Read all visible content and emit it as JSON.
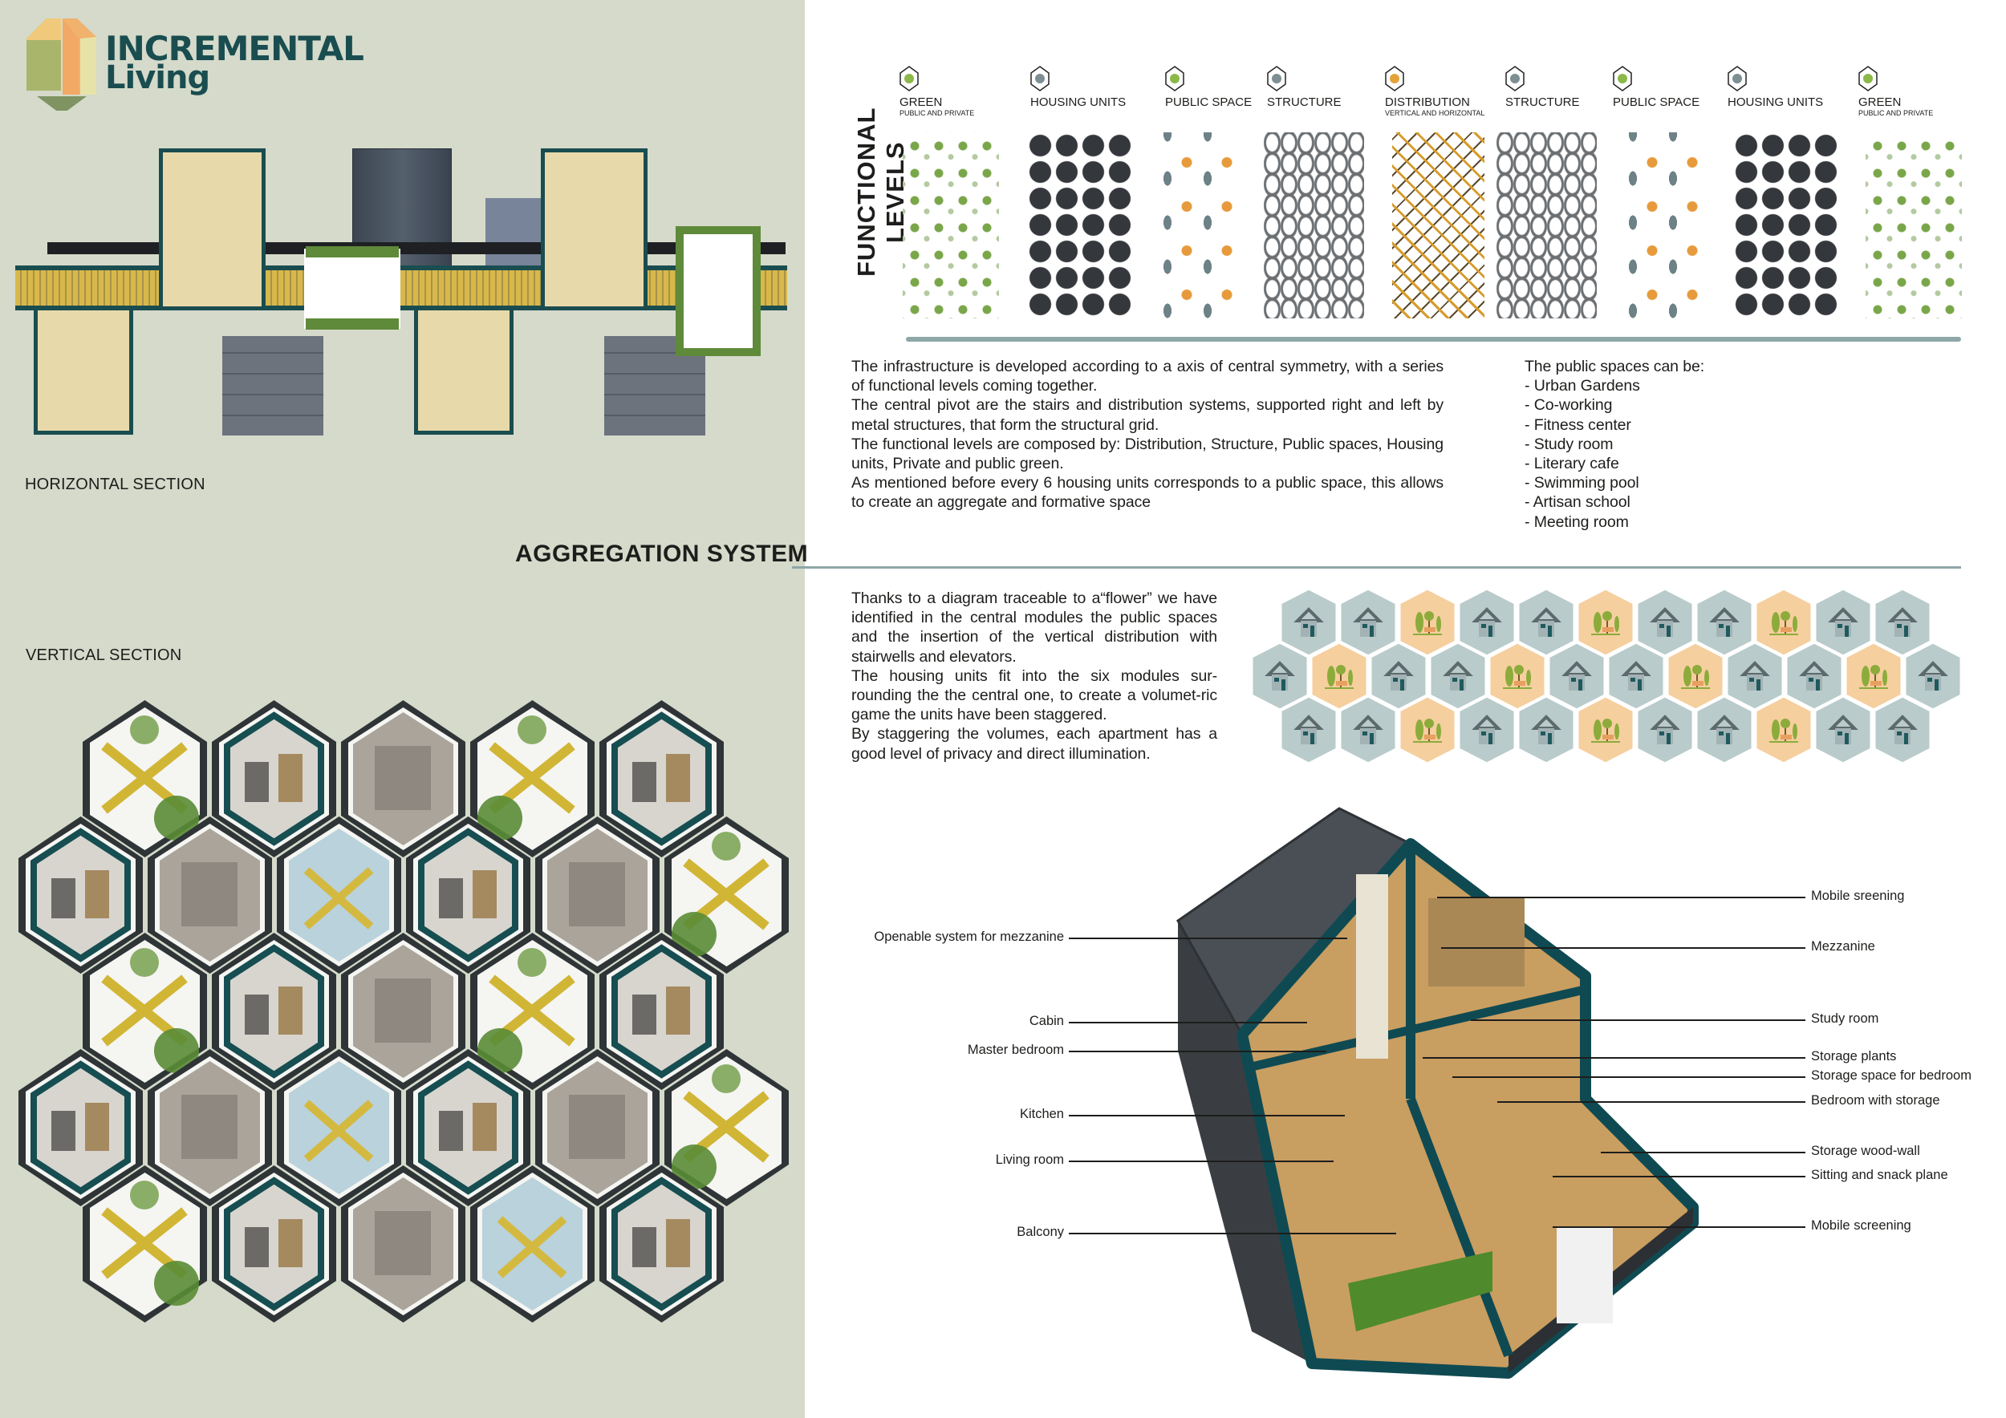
{
  "logo": {
    "title_line1": "INCREMENTAL",
    "title_line2": "Living"
  },
  "horizontal_section": {
    "label": "HORIZONTAL SECTION"
  },
  "vertical_section": {
    "label": "VERTICAL SECTION",
    "modules": [
      [
        "public",
        "housing",
        "stair",
        "distribution",
        "housing"
      ],
      [
        "housing",
        "stair",
        "pool",
        "housing",
        "stair",
        "distribution"
      ],
      [
        "distribution",
        "housing",
        "stair",
        "distribution",
        "housing"
      ],
      [
        "housing",
        "stair",
        "pool",
        "housing",
        "stair",
        "distribution"
      ],
      [
        "distribution",
        "housing",
        "stair",
        "pool",
        "housing"
      ]
    ]
  },
  "aggregation": {
    "title": "AGGREGATION SYSTEM",
    "paragraphs": [
      "Thanks to a diagram traceable to a“flower” we have identified in the central modules the public spaces and the insertion of the vertical distribution with stairwells and elevators.",
      "The housing units fit into the six modules sur-rounding the the central one, to create a volumet-ric game the units have been staggered.",
      "By staggering the volumes, each apartment has a good level of privacy and direct illumination."
    ],
    "grid": [
      [
        "H",
        "H",
        "P",
        "H",
        "H",
        "P",
        "H",
        "H",
        "P",
        "H",
        "H"
      ],
      [
        "H",
        "P",
        "H",
        "H",
        "P",
        "H",
        "H",
        "P",
        "H",
        "H",
        "P",
        "H"
      ],
      [
        "H",
        "H",
        "P",
        "H",
        "H",
        "P",
        "H",
        "H",
        "P",
        "H",
        "H"
      ]
    ],
    "colors": {
      "housing": "#b9cbcb",
      "public": "#f5cf9e",
      "house_roof": "#5d6a6c",
      "house_door": "#1f5a5e",
      "tree": "#8cab3b"
    }
  },
  "functional_levels": {
    "title": "FUNCTIONAL LEVELS",
    "levels": [
      {
        "label": "GREEN",
        "sub": "PUBLIC AND PRIVATE",
        "icon": "leaf-icon",
        "kind": "green"
      },
      {
        "label": "HOUSING UNITS",
        "sub": "",
        "icon": "house-icon",
        "kind": "house"
      },
      {
        "label": "PUBLIC SPACE",
        "sub": "",
        "icon": "tree-icon",
        "kind": "pub"
      },
      {
        "label": "STRUCTURE",
        "sub": "",
        "icon": "beam-icon",
        "kind": "struct"
      },
      {
        "label": "DISTRIBUTION",
        "sub": "VERTICAL AND HORIZONTAL",
        "icon": "stairs-icon",
        "kind": "dist"
      },
      {
        "label": "STRUCTURE",
        "sub": "",
        "icon": "beam-icon",
        "kind": "struct"
      },
      {
        "label": "PUBLIC SPACE",
        "sub": "",
        "icon": "tree-icon",
        "kind": "pub"
      },
      {
        "label": "HOUSING UNITS",
        "sub": "",
        "icon": "house-icon",
        "kind": "house"
      },
      {
        "label": "GREEN",
        "sub": "PUBLIC AND PRIVATE",
        "icon": "leaf-icon",
        "kind": "green"
      }
    ],
    "paragraphs": [
      "The infrastructure is developed according to a axis of central symmetry, with a series of functional levels coming together.",
      "The central pivot are the stairs and distribution systems, supported right and left by metal structures, that form the structural grid.",
      "The functional levels are composed by: Distribution, Structure, Public spaces, Housing units, Private and public green.",
      "As mentioned before every 6 housing units corresponds to a public space, this allows to create an aggregate and formative space"
    ],
    "public_spaces_intro": "The public spaces can be:",
    "public_spaces": [
      "- Urban Gardens",
      "- Co-working",
      "- Fitness center",
      "- Study room",
      "- Literary cafe",
      "- Swimming pool",
      "- Artisan school",
      "- Meeting room"
    ]
  },
  "house_labels": {
    "left": [
      "Openable system for mezzanine",
      "Cabin",
      "Master bedroom",
      "Kitchen",
      "Living room",
      "Balcony"
    ],
    "right": [
      "Mobile sreening",
      "Mezzanine",
      "Study room",
      "Storage plants",
      "Storage space for bedroom",
      "Bedroom with storage",
      "Storage wood-wall",
      "Sitting and snack plane",
      "Mobile screening"
    ]
  },
  "colors": {
    "panel": "#d5dacb",
    "teal": "#1a4d50",
    "divider": "#8ea7a8"
  }
}
